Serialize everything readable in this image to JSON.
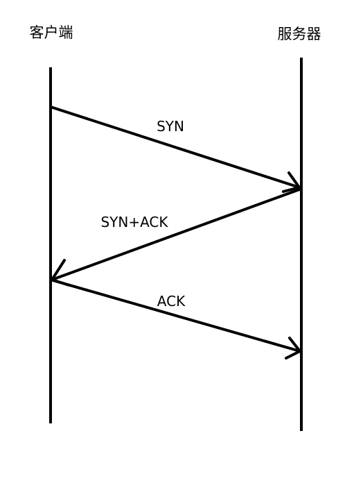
{
  "participants": {
    "client": "客户端",
    "server": "服务器"
  },
  "messages": [
    {
      "label": "SYN",
      "direction": "client-to-server"
    },
    {
      "label": "SYN+ACK",
      "direction": "server-to-client"
    },
    {
      "label": "ACK",
      "direction": "client-to-server"
    }
  ],
  "colors": {
    "line": "#000000",
    "background": "#ffffff"
  }
}
